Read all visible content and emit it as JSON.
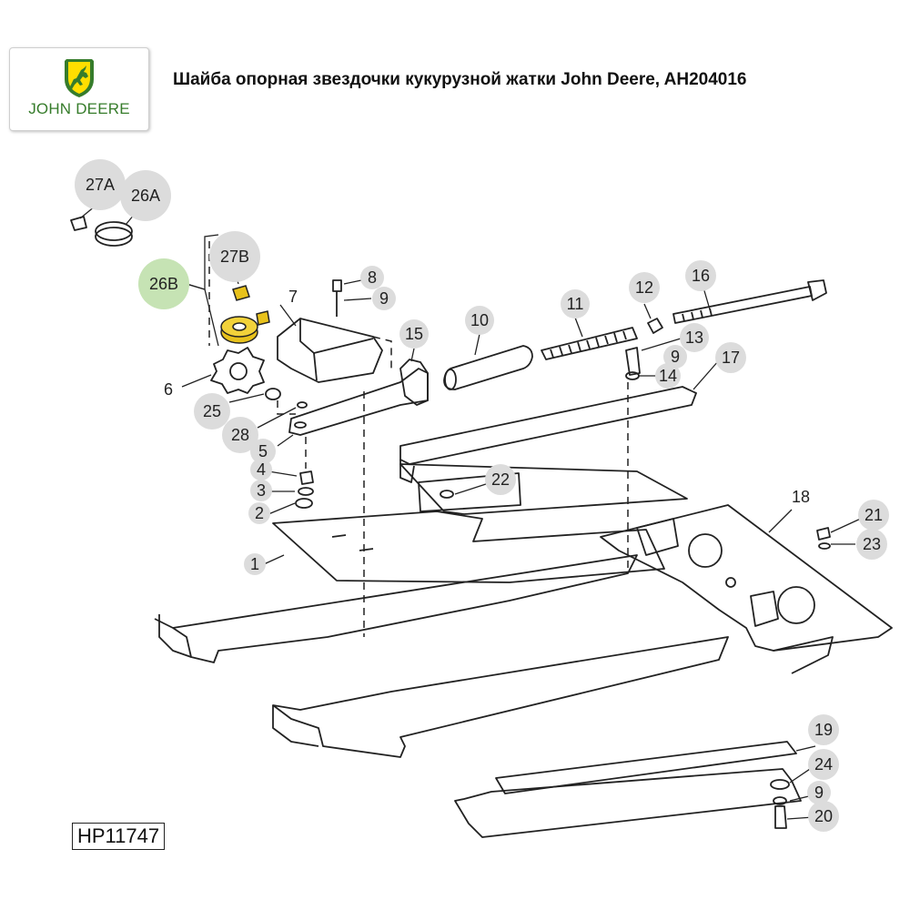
{
  "header": {
    "title": "Шайба опорная звездочки кукурузной жатки John Deere, AH204016",
    "logo_text": "JOHN DEERE",
    "brand_color": "#367c2b",
    "brand_yellow": "#ffde00"
  },
  "diagram": {
    "code": "HP11747",
    "highlight_color": "#c6e3b4",
    "part_color": "#e8c21c",
    "callouts": [
      "27A",
      "26A",
      "27B",
      "26B",
      "6",
      "25",
      "28",
      "5",
      "8",
      "9",
      "7",
      "15",
      "10",
      "11",
      "12",
      "13",
      "9",
      "14",
      "16",
      "17",
      "4",
      "3",
      "2",
      "1",
      "22",
      "18",
      "21",
      "23",
      "19",
      "24",
      "9",
      "20"
    ]
  }
}
